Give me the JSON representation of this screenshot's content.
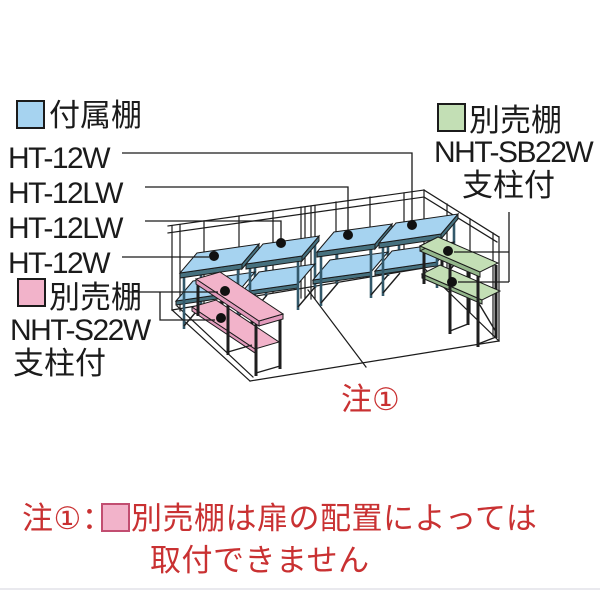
{
  "colors": {
    "shelf_blue": "#A6D3F0",
    "shelf_blue_edge": "#46717F",
    "shelf_pink": "#F2B3CA",
    "shelf_pink_edge": "#E29BBC",
    "shelf_green": "#C3DFB5",
    "shelf_green_edge": "#93B68B",
    "outline": "#1B1B1B",
    "leg_blue": "#33596B",
    "leg_dark": "#1E1E1E",
    "red": "#C93132",
    "note_border": "#C24E71",
    "divider_gray": "#E9E9EE"
  },
  "legend_included": {
    "label": "付属棚"
  },
  "shelf_labels": [
    "HT-12W",
    "HT-12LW",
    "HT-12LW",
    "HT-12W"
  ],
  "legend_optional_left": {
    "label": "別売棚",
    "model": "NHT-S22W",
    "note": "支柱付"
  },
  "legend_optional_right": {
    "label": "別売棚",
    "model": "NHT-SB22W",
    "note": "支柱付"
  },
  "diagram_note_ref": "注①",
  "footnote": {
    "prefix": "注①：",
    "line1": "別売棚は扉の配置によっては",
    "line2": "取付できません"
  }
}
